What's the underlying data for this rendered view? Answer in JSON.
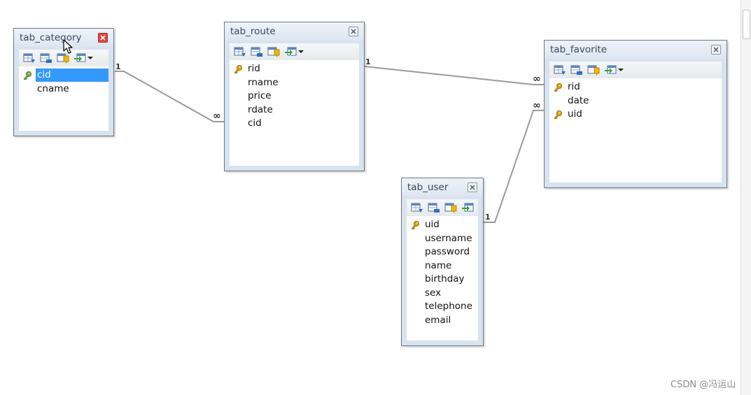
{
  "tables": [
    {
      "id": "tab_category",
      "title": "tab_category",
      "close_active": true,
      "fields": [
        {
          "name": "cid",
          "key": true,
          "selected": true
        },
        {
          "name": "cname",
          "key": false
        }
      ]
    },
    {
      "id": "tab_route",
      "title": "tab_route",
      "close_active": false,
      "fields": [
        {
          "name": "rid",
          "key": true
        },
        {
          "name": "rname",
          "key": false
        },
        {
          "name": "price",
          "key": false
        },
        {
          "name": "rdate",
          "key": false
        },
        {
          "name": "cid",
          "key": false
        }
      ]
    },
    {
      "id": "tab_favorite",
      "title": "tab_favorite",
      "close_active": false,
      "fields": [
        {
          "name": "rid",
          "key": true
        },
        {
          "name": "date",
          "key": false
        },
        {
          "name": "uid",
          "key": true
        }
      ]
    },
    {
      "id": "tab_user",
      "title": "tab_user",
      "close_active": false,
      "fields": [
        {
          "name": "uid",
          "key": true
        },
        {
          "name": "username",
          "key": false
        },
        {
          "name": "password",
          "key": false
        },
        {
          "name": "name",
          "key": false
        },
        {
          "name": "birthday",
          "key": false
        },
        {
          "name": "sex",
          "key": false
        },
        {
          "name": "telephone",
          "key": false
        },
        {
          "name": "email",
          "key": false
        }
      ]
    }
  ],
  "toolbar_icons": [
    "add-field-icon",
    "delete-field-icon",
    "edit-index-icon",
    "insert-relation-icon"
  ],
  "relations": [
    {
      "from": "tab_category",
      "to": "tab_route",
      "from_label": "1",
      "to_label": "∞"
    },
    {
      "from": "tab_route",
      "to": "tab_favorite",
      "from_label": "1",
      "to_label": "∞"
    },
    {
      "from": "tab_user",
      "to": "tab_favorite",
      "from_label": "1",
      "to_label": "∞"
    }
  ],
  "watermark": "CSDN @冯运山",
  "colors": {
    "selection": "#3399ff",
    "key_icon": "#e0a000",
    "close_active": "#e4453a",
    "link_line": "#9a9a9a"
  }
}
